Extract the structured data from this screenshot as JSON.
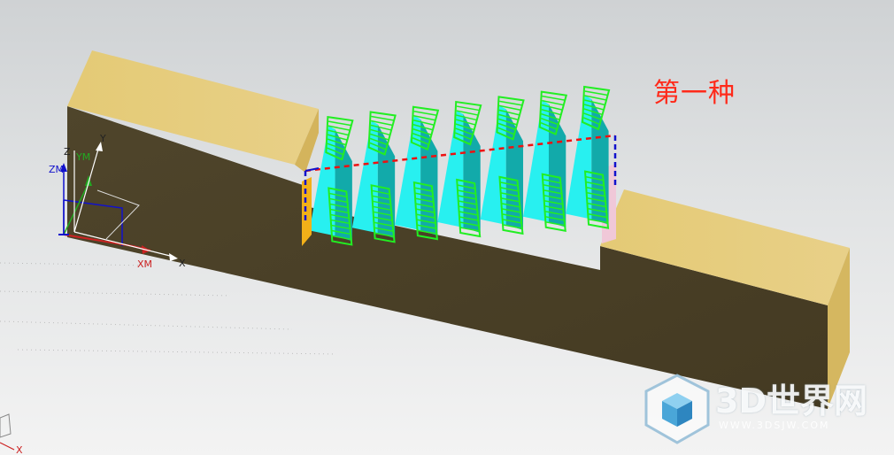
{
  "annotation": {
    "text": "第一种",
    "color": "#ff2a1a"
  },
  "work_csys": {
    "x_label": "XM",
    "y_label": "YM",
    "z_label": "ZM"
  },
  "abs_csys": {
    "x_label": "X",
    "y_label": "Y",
    "z_label": "Z"
  },
  "view_triad": {
    "x_label": "X"
  },
  "watermark": {
    "text": "3D世界网",
    "url": "WWW.3DSJW.COM",
    "logo": "cube-logo-icon"
  },
  "colors": {
    "block_front": "#4b4128",
    "block_top": "#e3c872",
    "block_side": "#d6b761",
    "fin_light": "#28f0f0",
    "fin_dark": "#12aaaa",
    "toolpath": "#22ee22",
    "boundary_dash": "#ee1111",
    "blue_axis": "#1111cc"
  }
}
